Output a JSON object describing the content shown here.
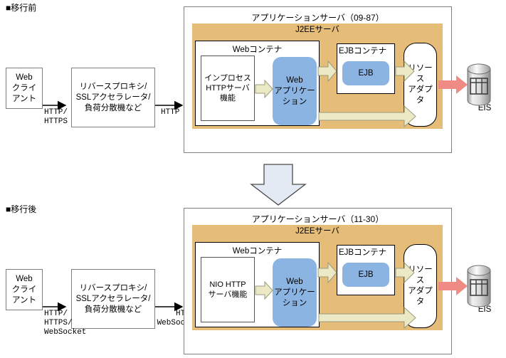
{
  "diagram": {
    "title_before": "■移行前",
    "title_after": "■移行後",
    "transition_arrow": "down-arrow"
  },
  "colors": {
    "j2ee_band": "#e5bd79",
    "webapp_blue": "#8cb4e2",
    "flow_arrow_yellow": "#ece9c6",
    "eis_arrow_pink": "#f08a84",
    "transition_arrow": "#e3eaf4",
    "border_gray": "#7f7f7f"
  },
  "before": {
    "client": "Web\nクライ\nアント",
    "client_lines": [
      "Web",
      "クライ",
      "アント"
    ],
    "proxy_lines": [
      "リバースプロキシ/",
      "SSLアクセラレータ/",
      "負荷分散機など"
    ],
    "link1_lines": [
      "HTTP/",
      "HTTPS"
    ],
    "link2_lines": [
      "HTTP"
    ],
    "appserver_title": "アプリケーションサーバ（09-87）",
    "j2ee_label": "J2EEサーバ",
    "web_container_label": "Webコンテナ",
    "http_server_lines": [
      "インプロセス",
      "HTTPサーバ",
      "機能"
    ],
    "webapp_lines": [
      "Web",
      "アプリケー",
      "ション"
    ],
    "ejb_container_label": "EJBコンテナ",
    "ejb_label": "EJB",
    "resource_adapter_lines": [
      "リソース",
      "アダプタ"
    ],
    "eis_label": "EIS"
  },
  "after": {
    "client_lines": [
      "Web",
      "クライ",
      "アント"
    ],
    "proxy_lines": [
      "リバースプロキシ/",
      "SSLアクセラレータ/",
      "負荷分散機など"
    ],
    "link1_lines": [
      "HTTP/",
      "HTTPS/",
      "WebSocket"
    ],
    "link2_lines": [
      "HTTP/",
      "WebSocket"
    ],
    "appserver_title": "アプリケーションサーバ（11-30）",
    "j2ee_label": "J2EEサーバ",
    "web_container_label": "Webコンテナ",
    "http_server_lines": [
      "NIO HTTP",
      "サーバ機能"
    ],
    "webapp_lines": [
      "Web",
      "アプリケー",
      "ション"
    ],
    "ejb_container_label": "EJBコンテナ",
    "ejb_label": "EJB",
    "resource_adapter_lines": [
      "リソース",
      "アダプタ"
    ],
    "eis_label": "EIS"
  }
}
